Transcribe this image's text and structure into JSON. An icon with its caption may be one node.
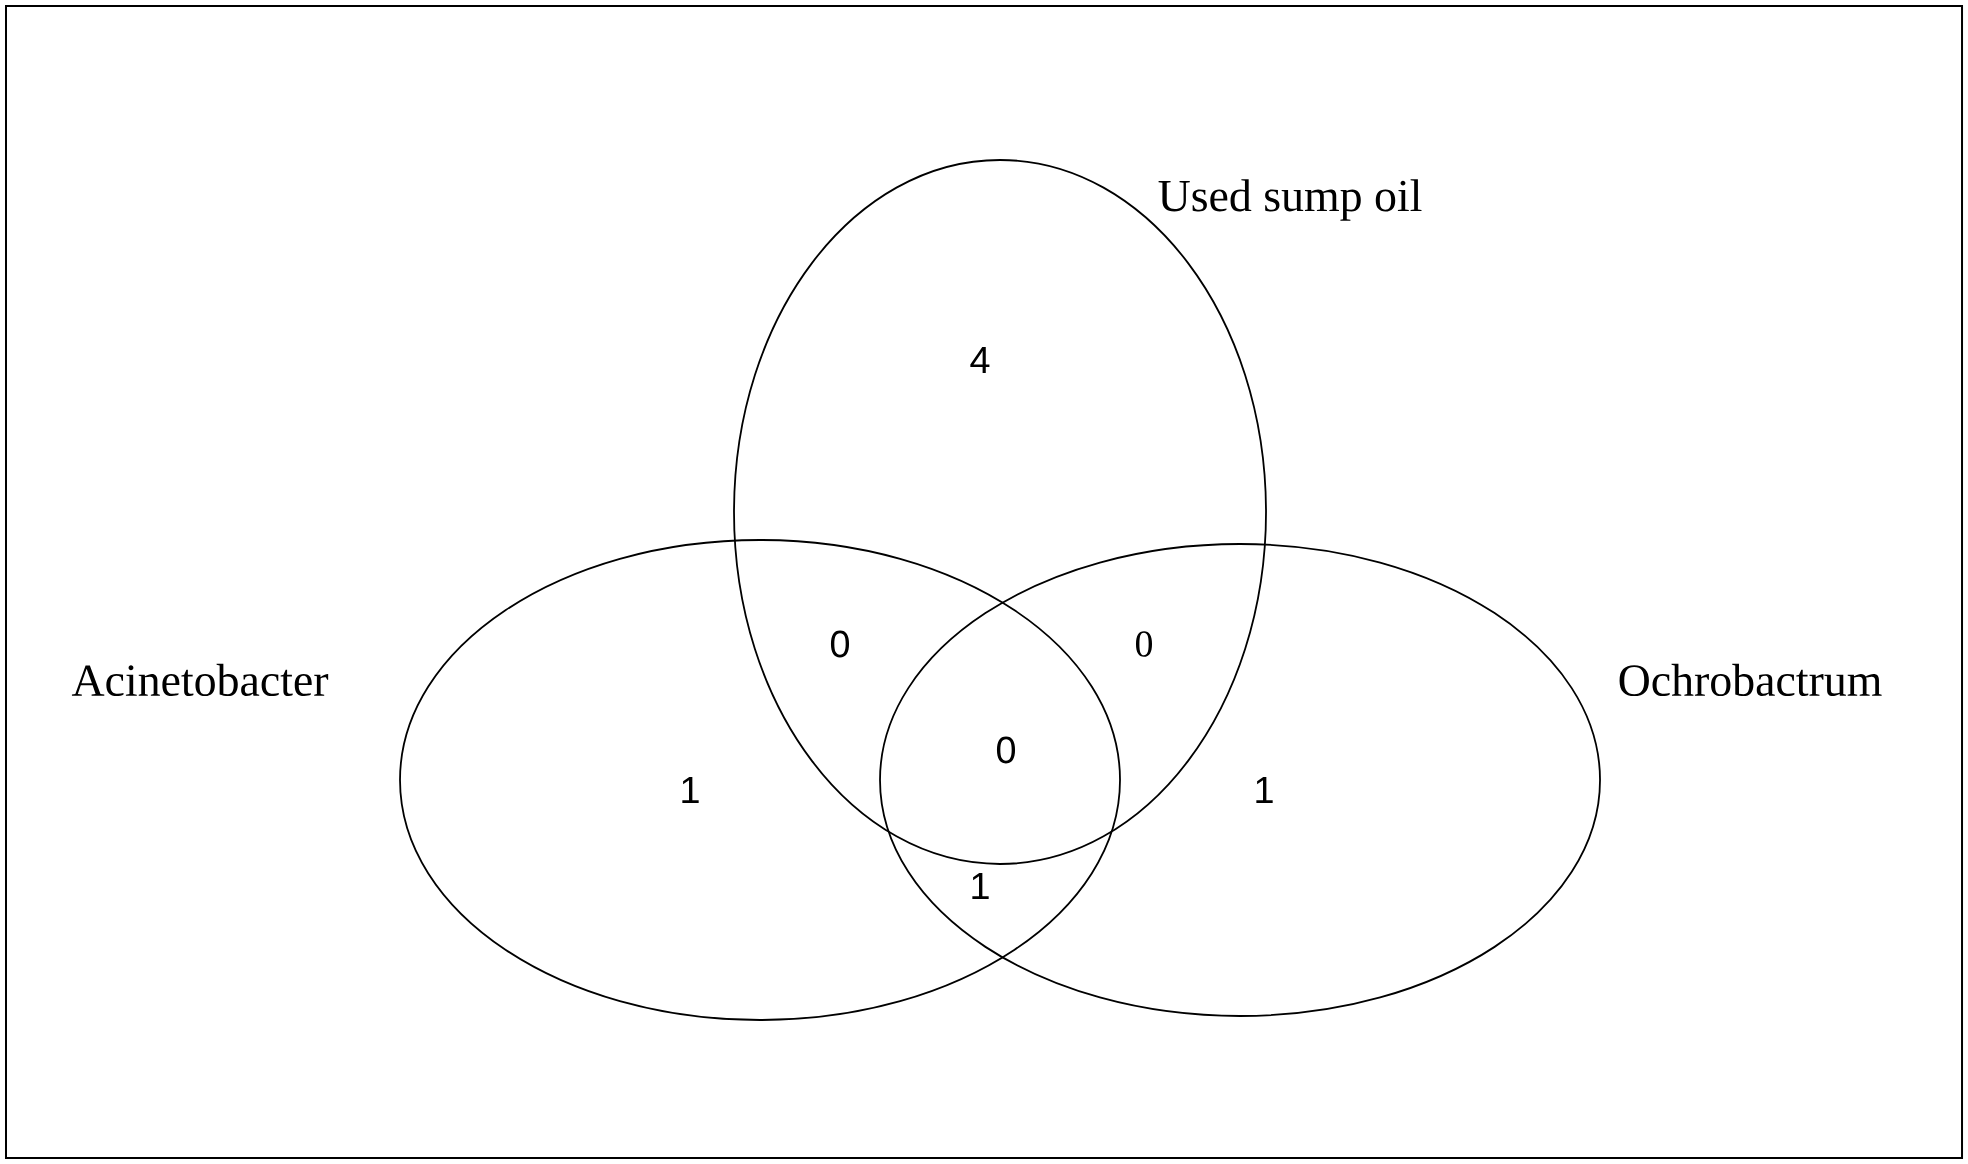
{
  "diagram": {
    "nodes": [
      {
        "text": [
          "Used sump oil"
        ]
      },
      {
        "text": [
          "Acinetobacter"
        ]
      },
      {
        "text": [
          "Ochrobactrum"
        ]
      }
    ],
    "labels": [
      "4",
      "0",
      "0",
      "0",
      "1",
      "1",
      "1"
    ]
  }
}
